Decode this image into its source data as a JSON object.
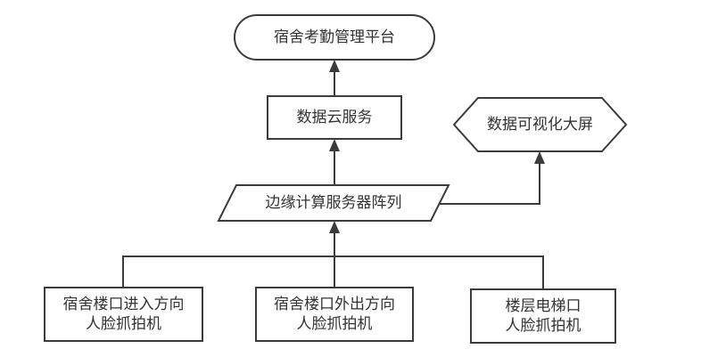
{
  "colors": {
    "stroke": "#3b3b3b",
    "text": "#333333",
    "background": "#ffffff"
  },
  "nodes": {
    "platform": {
      "shape": "rounded-rectangle",
      "label": "宿舍考勤管理平台"
    },
    "cloud_service": {
      "shape": "rectangle",
      "label": "数据云服务"
    },
    "data_screen": {
      "shape": "hexagon",
      "label": "数据可视化大屏"
    },
    "edge_servers": {
      "shape": "parallelogram",
      "label": "边缘计算服务器阵列"
    },
    "camera_entry": {
      "shape": "rectangle",
      "label": "宿舍楼口进入方向\n人脸抓拍机"
    },
    "camera_exit": {
      "shape": "rectangle",
      "label": "宿舍楼口外出方向\n人脸抓拍机"
    },
    "camera_elevator": {
      "shape": "rectangle",
      "label": "楼层电梯口\n人脸抓拍机"
    }
  },
  "edges": [
    {
      "from": "cloud_service",
      "to": "platform",
      "type": "arrow-up"
    },
    {
      "from": "edge_servers",
      "to": "cloud_service",
      "type": "arrow-up"
    },
    {
      "from": "edge_servers",
      "to": "data_screen",
      "type": "elbow-arrow"
    },
    {
      "from": "camera_entry",
      "to": "edge_servers",
      "type": "bus-arrow"
    },
    {
      "from": "camera_exit",
      "to": "edge_servers",
      "type": "bus-arrow"
    },
    {
      "from": "camera_elevator",
      "to": "edge_servers",
      "type": "bus-arrow"
    }
  ]
}
